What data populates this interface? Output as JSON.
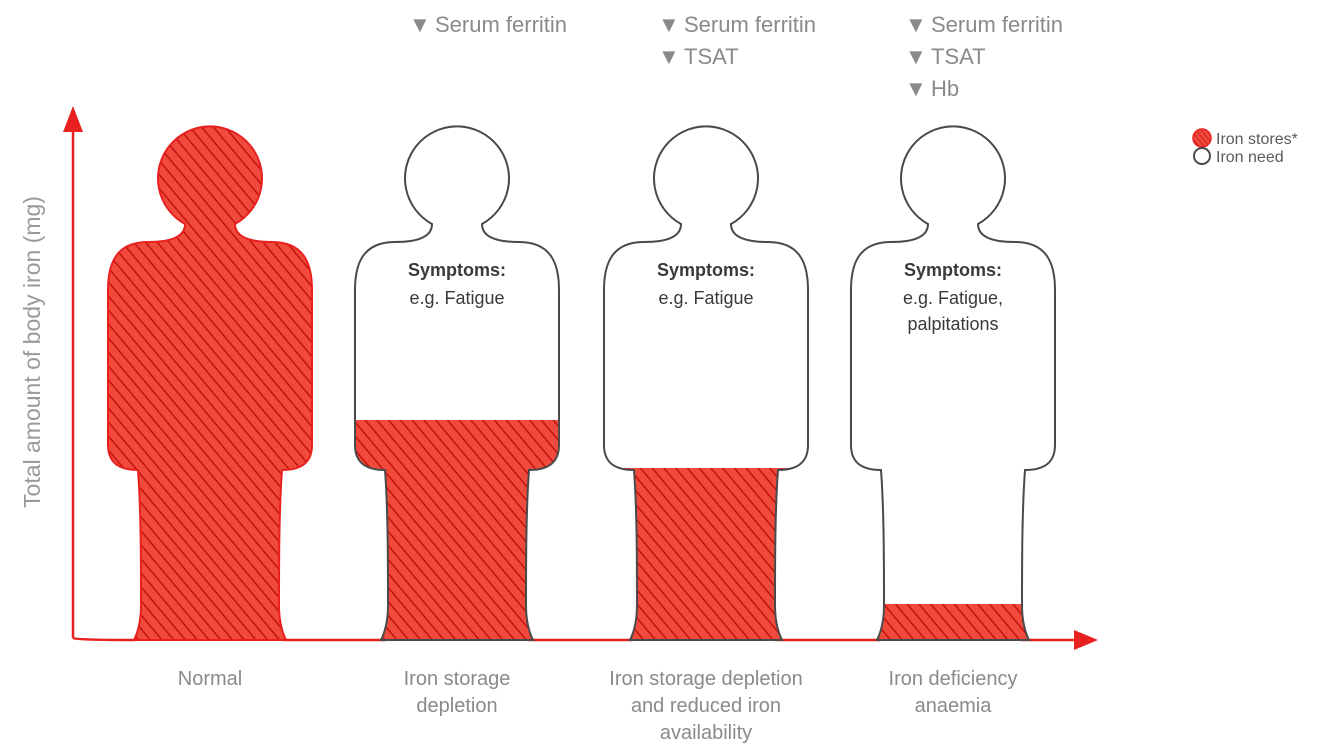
{
  "diagram": {
    "y_axis_label": "Total amount of body iron (mg)",
    "fill_color": "#e8201f",
    "outline_color": "#4a4a4a",
    "marker_glyph": "▼",
    "legend": {
      "iron_stores": "Iron stores*",
      "iron_need": "Iron need"
    },
    "stages": [
      {
        "id": "normal",
        "label_lines": [
          "Normal"
        ],
        "markers": [],
        "symptoms_title": "",
        "symptoms_lines": [],
        "iron_fill_fraction": 1.0
      },
      {
        "id": "iron-storage-depletion",
        "label_lines": [
          "Iron storage",
          "depletion"
        ],
        "markers": [
          "Serum ferritin"
        ],
        "symptoms_title": "Symptoms:",
        "symptoms_lines": [
          "e.g. Fatigue"
        ],
        "iron_fill_fraction": 0.55
      },
      {
        "id": "reduced-availability",
        "label_lines": [
          "Iron storage depletion",
          "and reduced iron",
          "availability"
        ],
        "markers": [
          "Serum ferritin",
          "TSAT"
        ],
        "symptoms_title": "Symptoms:",
        "symptoms_lines": [
          "e.g. Fatigue"
        ],
        "iron_fill_fraction": 0.43
      },
      {
        "id": "iron-deficiency-anaemia",
        "label_lines": [
          "Iron deficiency",
          "anaemia"
        ],
        "markers": [
          "Serum ferritin",
          "TSAT",
          "Hb"
        ],
        "symptoms_title": "Symptoms:",
        "symptoms_lines": [
          "e.g. Fatigue,",
          "palpitations"
        ],
        "iron_fill_fraction": 0.09
      }
    ]
  }
}
